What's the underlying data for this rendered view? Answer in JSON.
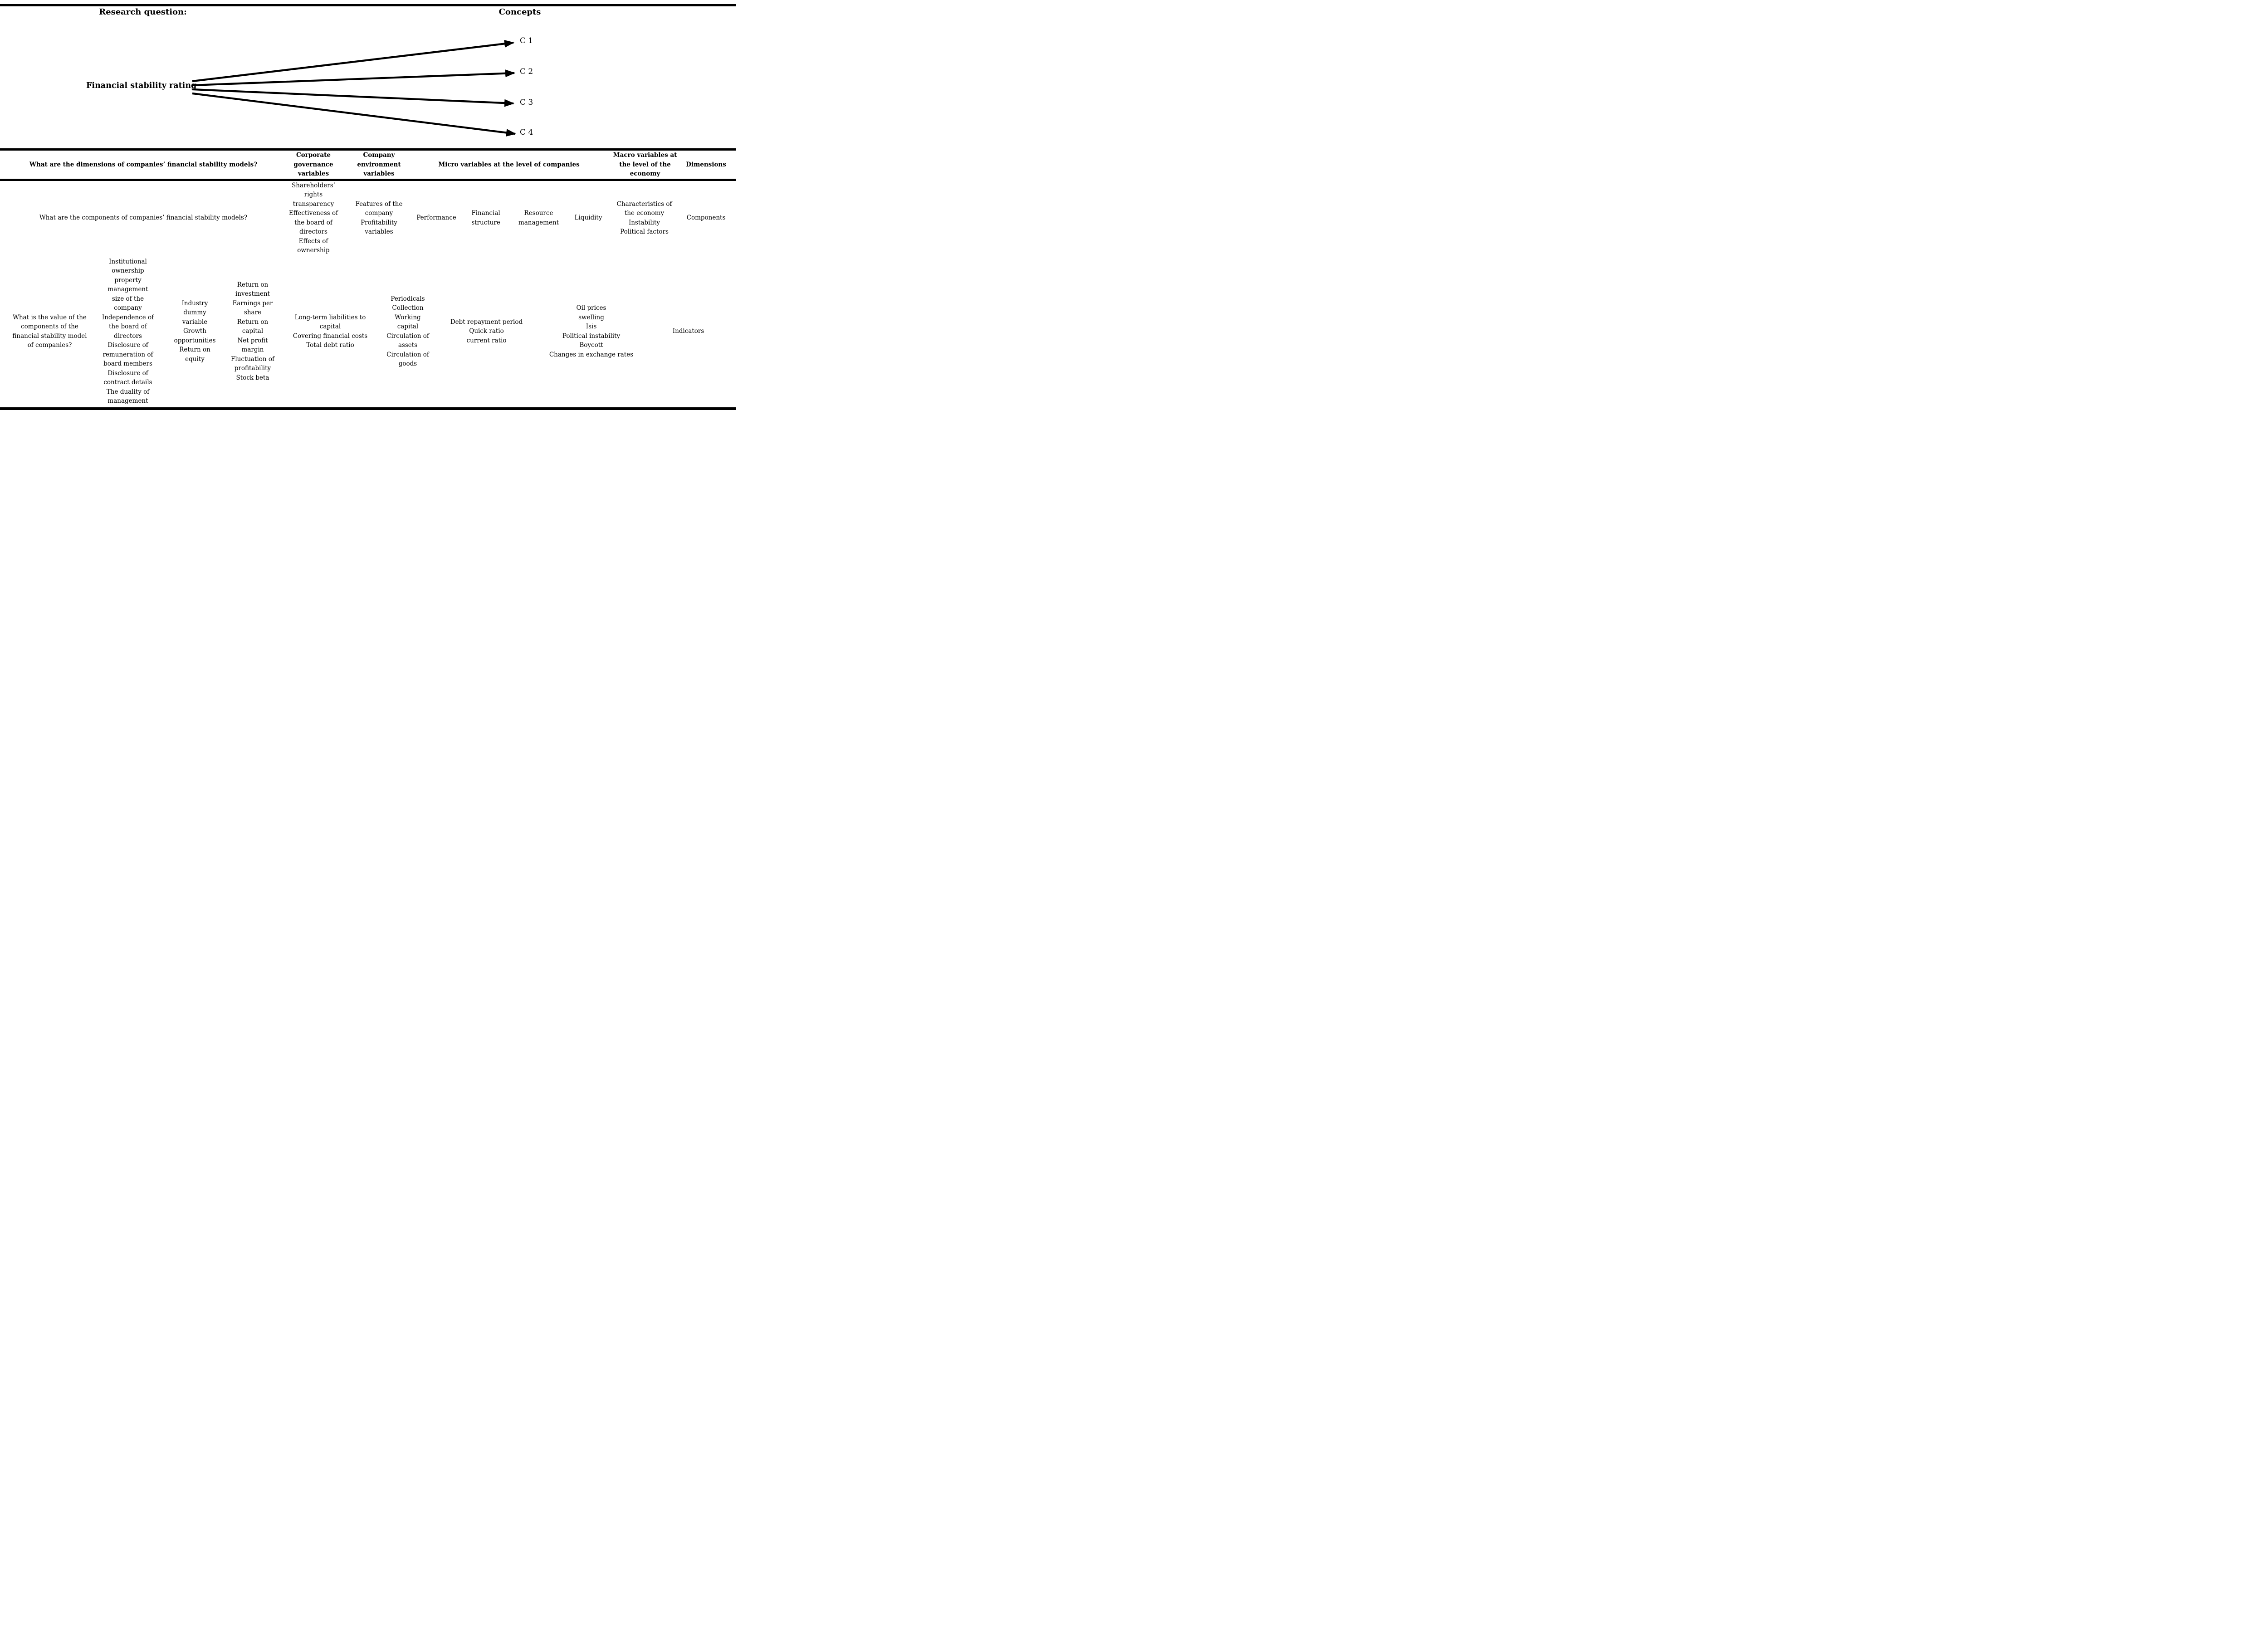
{
  "figure": {
    "research_question_label": "Research question:",
    "concepts_label": "Concepts",
    "source_node": "Financial stability rating",
    "concepts": {
      "c1": "C 1",
      "c2": "C 2",
      "c3": "C 3",
      "c4": "C 4"
    }
  },
  "table": {
    "header": {
      "dimensions_question": "What are the dimensions of companies’ financial stability models?",
      "corporate_governance": "Corporate\ngovernance\nvariables",
      "company_environment": "Company\nenvironment\nvariables",
      "micro_variables": "Micro variables at the level of companies",
      "macro_variables": "Macro variables at\nthe level of the\neconomy",
      "dimensions": "Dimensions"
    },
    "components_row": {
      "components_question": "What are the components of companies’ financial stability models?",
      "corporate_governance": "Shareholders’\nrights\ntransparency\nEffectiveness of\nthe board of\ndirectors\nEffects of\nownership",
      "company_environment": "Features of the\ncompany\nProfitability\nvariables",
      "micro_performance": "Performance",
      "micro_financial_structure": "Financial\nstructure",
      "micro_resource_management": "Resource\nmanagement",
      "micro_liquidity": "Liquidity",
      "macro": "Characteristics of\nthe economy\nInstability\nPolitical factors",
      "dimension": "Components"
    },
    "indicators_row": {
      "value_question": "What is the value of the\ncomponents of the\nfinancial stability model\nof companies?",
      "governance_indicators": "Institutional\nownership\nproperty\nmanagement\nsize of the\ncompany\nIndependence of\nthe board of\ndirectors\nDisclosure of\nremuneration of\nboard members\nDisclosure of\ncontract details\nThe duality of\nmanagement",
      "industry_indicators": "Industry\ndummy\nvariable\nGrowth\nopportunities\nReturn on\nequity",
      "profitability_indicators": "Return on\ninvestment\nEarnings per\nshare\nReturn on\ncapital\nNet profit\nmargin\nFluctuation of\nprofitability\nStock beta",
      "leverage_indicators": "Long-term liabilities to\ncapital\nCovering financial costs\nTotal debt ratio",
      "activity_indicators": "Periodicals\nCollection\nWorking\ncapital\nCirculation of\nassets\nCirculation of\ngoods",
      "liquidity_indicators": "Debt repayment period\nQuick ratio\ncurrent ratio",
      "macro_indicators": "Oil prices\nswelling\nIsis\nPolitical instability\nBoycott\nChanges in exchange rates",
      "dimension": "Indicators"
    }
  }
}
